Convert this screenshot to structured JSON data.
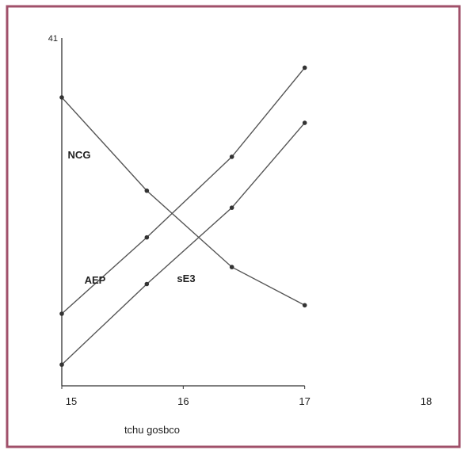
{
  "frame": {
    "border_color": "#a0506a",
    "background": "#ffffff"
  },
  "chart_data": {
    "type": "line",
    "xlabel": "tchu gosbco",
    "ylabel": "",
    "xlim": [
      15,
      18
    ],
    "ylim": [
      0,
      41
    ],
    "x_ticks": [
      {
        "value": 15,
        "label": "15"
      },
      {
        "value": 16,
        "label": "16"
      },
      {
        "value": 17,
        "label": "17"
      },
      {
        "value": 18,
        "label": "18"
      }
    ],
    "y_ticks": [
      {
        "value": 41,
        "label": "41"
      }
    ],
    "line_color": "#555555",
    "series": [
      {
        "name": "NCG",
        "x": [
          15,
          15.7,
          16.4,
          17
        ],
        "y": [
          34,
          23,
          14,
          9.5
        ]
      },
      {
        "name": "AEP",
        "x": [
          15,
          15.7,
          16.4,
          17
        ],
        "y": [
          8.5,
          17.5,
          27,
          37.5
        ]
      },
      {
        "name": "sE3",
        "x": [
          15,
          15.7,
          16.4,
          17
        ],
        "y": [
          2.5,
          12,
          21,
          31
        ]
      }
    ]
  }
}
